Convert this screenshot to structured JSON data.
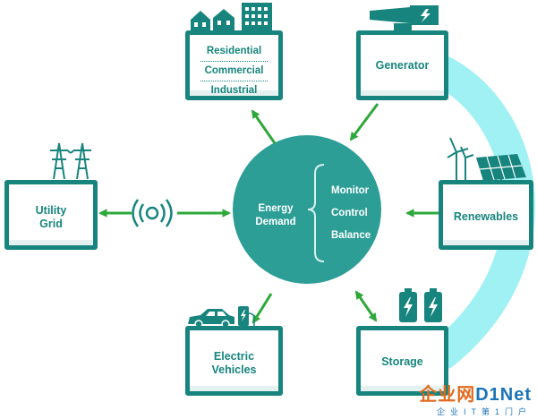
{
  "nodes": {
    "residential": {
      "lines": [
        "Residential",
        "Commercial",
        "Industrial"
      ]
    },
    "generator": {
      "label": "Generator"
    },
    "utility_grid": {
      "lines": [
        "Utility",
        "Grid"
      ]
    },
    "renewables": {
      "label": "Renewables"
    },
    "electric_vehicles": {
      "lines": [
        "Electric",
        "Vehicles"
      ]
    },
    "storage": {
      "label": "Storage"
    }
  },
  "hub": {
    "left_lines": [
      "Energy",
      "Demand"
    ],
    "right_lines": [
      "Monitor",
      "Control",
      "Balance"
    ]
  },
  "watermark": {
    "main_a": "企业网",
    "main_b": "D1Net",
    "sub": "企业IT第1门户"
  },
  "colors": {
    "teal": "#17857e",
    "hub_fill": "#2c9e96",
    "arrow_green": "#2ea83a",
    "arc_cyan": "#8eeef2"
  }
}
